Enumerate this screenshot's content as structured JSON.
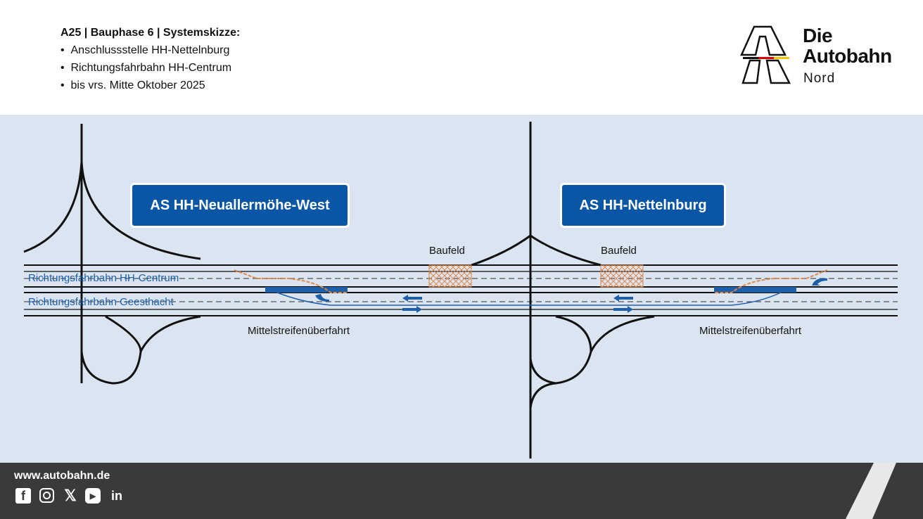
{
  "header": {
    "title": "A25 | Bauphase 6 | Systemskizze:",
    "bullets": [
      "Anschlussstelle HH-Nettelnburg",
      "Richtungsfahrbahn HH-Centrum",
      "bis vrs. Mitte Oktober 2025"
    ]
  },
  "logo": {
    "line1": "Die",
    "line2": "Autobahn",
    "line3": "Nord"
  },
  "diagram": {
    "sign_left": "AS HH-Neuallermöhe-West",
    "sign_right": "AS HH-Nettelnburg",
    "baufeld_left": "Baufeld",
    "baufeld_right": "Baufeld",
    "road_upper": "Richtungsfahrbahn HH-Centrum",
    "road_lower": "Richtungsfahrbahn Geesthacht",
    "crossover_left": "Mittelstreifenüberfahrt",
    "crossover_right": "Mittelstreifenüberfahrt",
    "colors": {
      "background": "#dae5f1",
      "sign": "#0a56a6",
      "traffic": "#1f5fa8",
      "construction": "#e08a4a"
    }
  },
  "footer": {
    "url": "www.autobahn.de",
    "social": [
      "facebook-icon",
      "instagram-icon",
      "x-icon",
      "youtube-icon",
      "linkedin-icon"
    ],
    "linkedin": "in"
  }
}
